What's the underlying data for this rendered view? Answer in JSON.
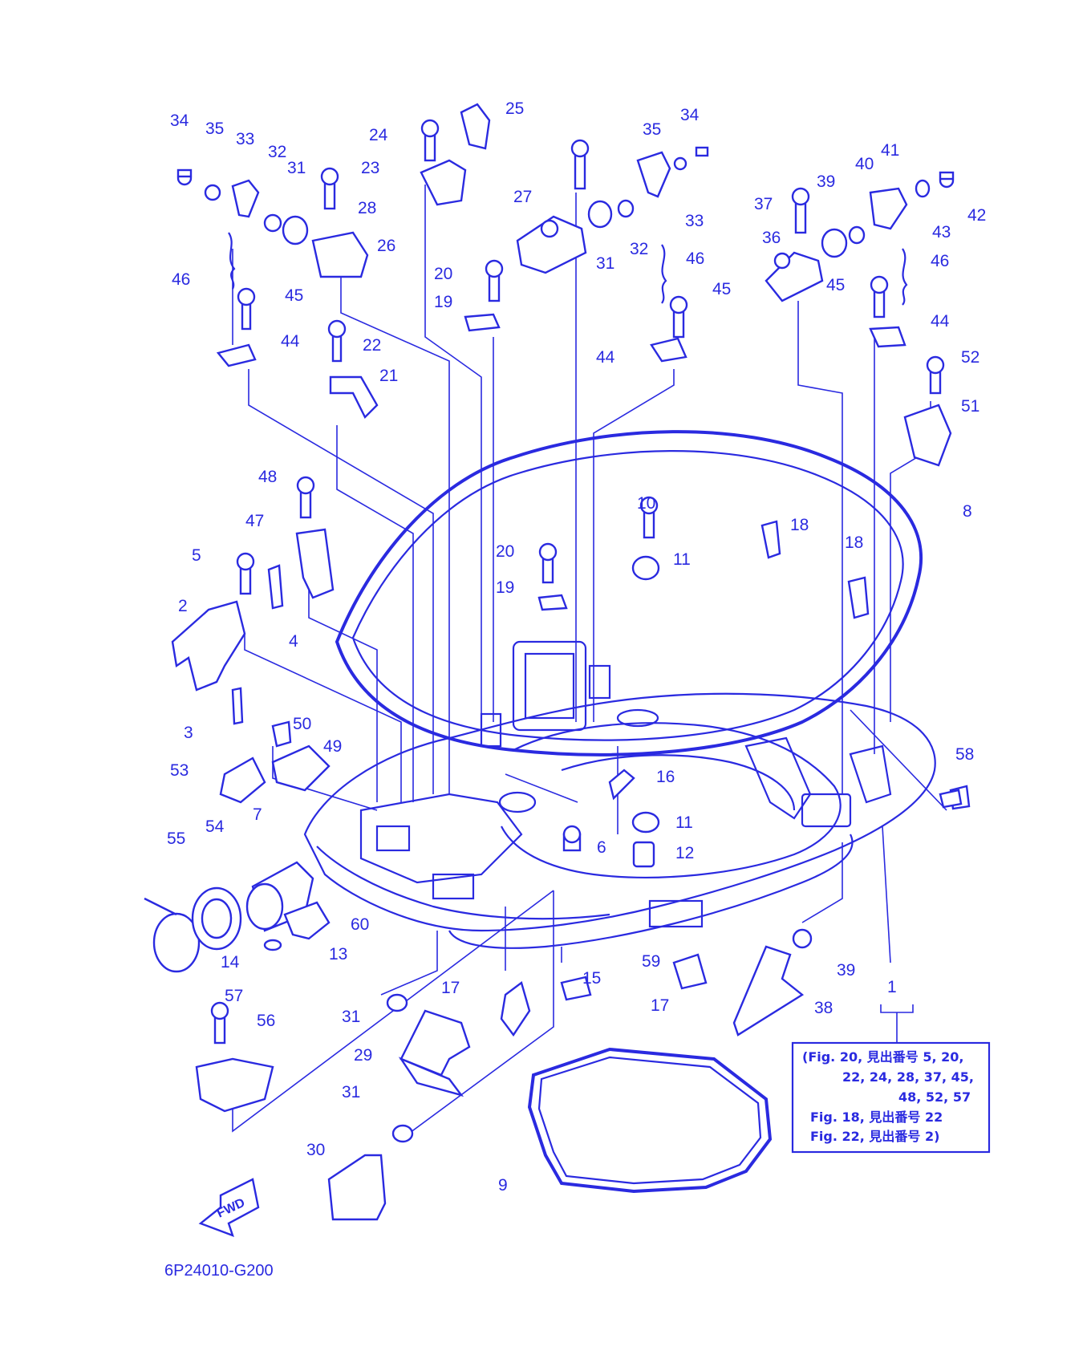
{
  "diagram_code": "6P24010-G200",
  "fwd_label": "FWD",
  "note_lines": [
    "(Fig. 20, 見出番号 5, 20,",
    "22, 24, 28, 37, 45,",
    "48, 52, 57",
    "Fig. 18, 見出番号 22",
    "Fig. 22, 見出番号 2)"
  ],
  "part_numbers": [
    "34",
    "35",
    "33",
    "32",
    "31",
    "28",
    "26",
    "46",
    "45",
    "44",
    "22",
    "21",
    "24",
    "25",
    "23",
    "27",
    "20",
    "19",
    "31",
    "32",
    "35",
    "34",
    "33",
    "46",
    "45",
    "44",
    "37",
    "39",
    "40",
    "41",
    "42",
    "43",
    "36",
    "46",
    "45",
    "44",
    "52",
    "51",
    "48",
    "47",
    "5",
    "2",
    "4",
    "3",
    "50",
    "49",
    "53",
    "55",
    "54",
    "7",
    "14",
    "13",
    "60",
    "10",
    "11",
    "20",
    "19",
    "18",
    "18",
    "8",
    "16",
    "11",
    "12",
    "6",
    "58",
    "59",
    "15",
    "17",
    "17",
    "39",
    "38",
    "1",
    "57",
    "56",
    "31",
    "29",
    "31",
    "30",
    "9"
  ],
  "colors": {
    "ink": "#2a2ae0",
    "background": "#ffffff"
  }
}
